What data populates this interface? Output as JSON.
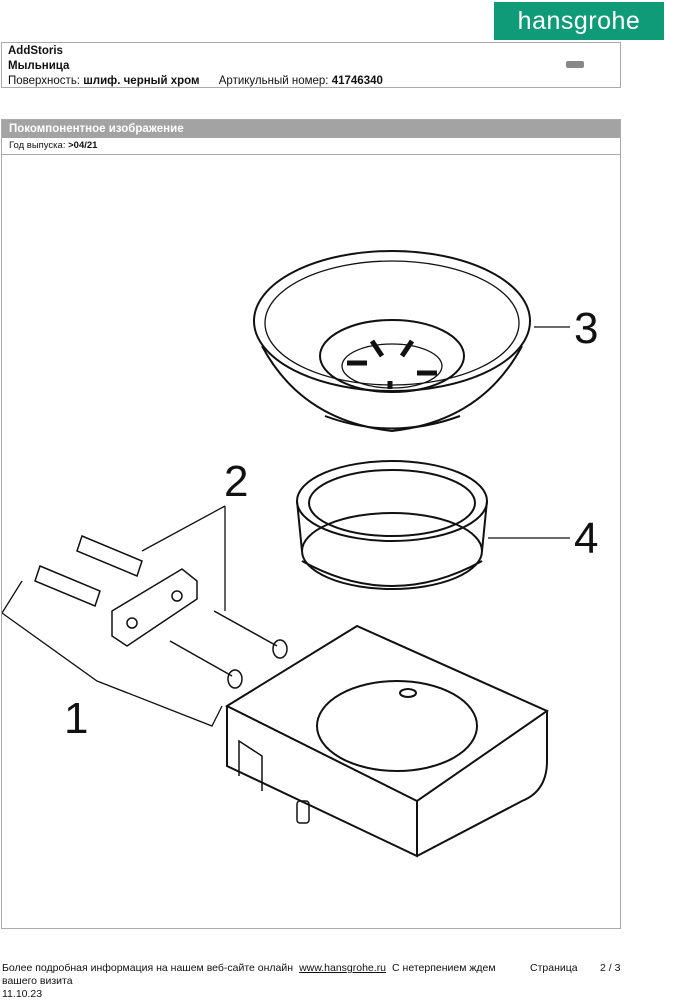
{
  "brand": "hansgrohe",
  "header": {
    "product_line": "AddStoris",
    "product_name": "Мыльница",
    "surface_label": "Поверхность:",
    "surface_value": "шлиф. черный хром",
    "article_label": "Артикульный номер:",
    "article_value": "41746340"
  },
  "section": {
    "title": "Покомпонентное изображение",
    "year_label": "Год выпуска:",
    "year_value": ">04/21"
  },
  "callouts": {
    "c1": "1",
    "c2": "2",
    "c3": "3",
    "c4": "4"
  },
  "footer": {
    "info_text": "Более подробная информация на нашем веб-сайте онлайн",
    "link": "www.hansgrohe.ru",
    "visit_text": "С нетерпением ждем",
    "visit_text_2": "вашего визита",
    "page_label": "Страница",
    "page_value": "2 / 3",
    "date": "11.10.23"
  }
}
